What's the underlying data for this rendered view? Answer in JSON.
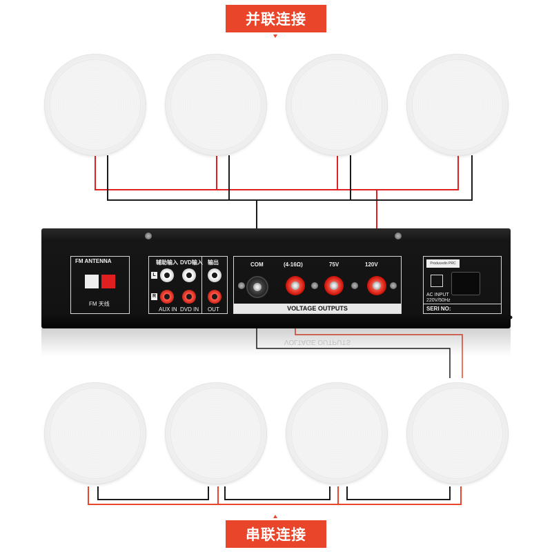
{
  "titles": {
    "parallel": "并联连接",
    "series": "串联连接"
  },
  "amplifier": {
    "fm_antenna": "FM ANTENNA",
    "fm_label": "FM 天线",
    "aux_input": "辅助输入",
    "dvd_input": "DVD输入",
    "output_cn": "输出",
    "left": "L",
    "right": "R",
    "aux_in": "AUX IN",
    "dvd_in": "DVD IN",
    "out": "OUT",
    "com": "COM",
    "impedance": "(4-16Ω)",
    "v75": "75V",
    "v120": "120V",
    "voltage_outputs": "VOLTAGE OUTPUTS",
    "made_in": "Producedin PRC",
    "ac_input": "AC INPUT",
    "ac_rating": "220V/50Hz",
    "serial": "SERI NO:"
  },
  "colors": {
    "accent": "#e8452a",
    "wire_red": "#e02020",
    "wire_black": "#1a1a1a"
  }
}
